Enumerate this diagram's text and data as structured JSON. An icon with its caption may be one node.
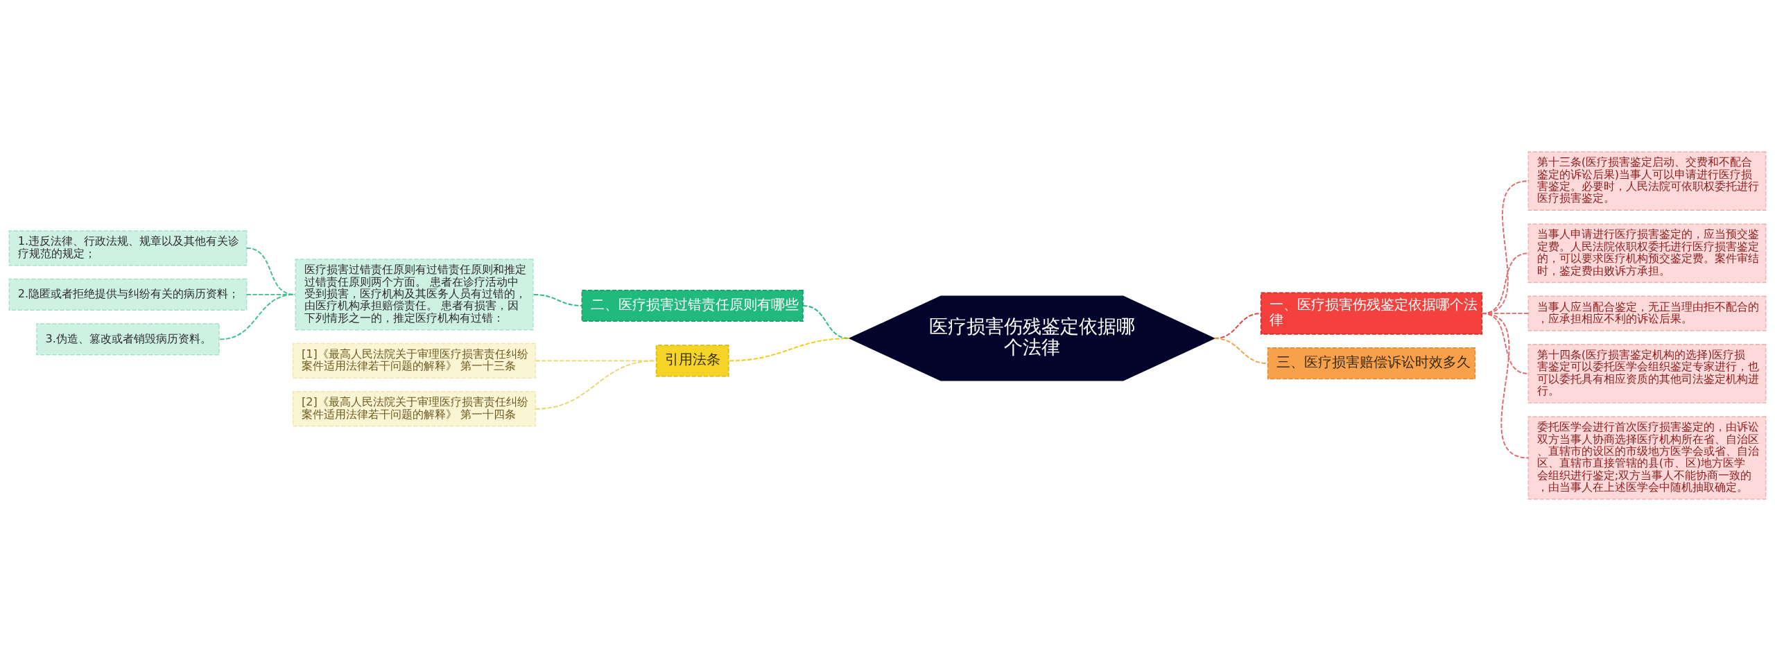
{
  "diagram": {
    "nodes": [
      {
        "text": [
          "医疗损害伤残鉴定依据哪个法律"
        ]
      },
      {
        "text": [
          "一、医疗损害伤残鉴定依据哪个法律"
        ]
      },
      {
        "text": [
          "第十三条(医疗损害鉴定启动、交费和不配合鉴定的诉讼后果)当事人可以申请进行医疗损害鉴定。必要时，人民法院可依职权委托进行医疗损害鉴定。"
        ]
      },
      {
        "text": [
          "当事人申请进行医疗损害鉴定的，应当预交鉴定费。人民法院依职权委托进行医疗损害鉴定的，可以要求医疗机构预交鉴定费。案件审结时，鉴定费由败诉方承担。"
        ]
      },
      {
        "text": [
          "当事人应当配合鉴定，无正当理由拒不配合的，应承担相应不利的诉讼后果。"
        ]
      },
      {
        "text": [
          "第十四条(医疗损害鉴定机构的选择)医疗损害鉴定可以委托医学会组织鉴定专家进行，也可以委托具有相应资质的其他司法鉴定机构进行。"
        ]
      },
      {
        "text": [
          "委托医学会进行首次医疗损害鉴定的，由诉讼双方当事人协商选择医疗机构所在省、自治区、直辖市的设区的市级地方医学会或省、自治区、直辖市直接管辖的县(市、区)地方医学会组织进行鉴定;双方当事人不能协商一致的，由当事人在上述医学会中随机抽取确定。"
        ]
      },
      {
        "text": [
          "三、医疗损害赔偿诉讼时效多久"
        ]
      },
      {
        "text": [
          "二、医疗损害过错责任原则有哪些"
        ]
      },
      {
        "text": [
          "医疗损害过错责任原则有过错责任原则和推定过错责任原则两个方面。 患者在诊疗活动中受到损害，医疗机构及其医务人员有过错的，由医疗机构承担赔偿责任。 患者有损害，因下列情形之一的，推定医疗机构有过错："
        ]
      },
      {
        "text": [
          "1.违反法律、行政法规、规章以及其他有关诊疗规范的规定；"
        ]
      },
      {
        "text": [
          "2.隐匿或者拒绝提供与纠纷有关的病历资料；"
        ]
      },
      {
        "text": [
          "3.伪造、篡改或者销毁病历资料。"
        ]
      },
      {
        "text": [
          "引用法条"
        ]
      },
      {
        "text": [
          "[1]《最高人民法院关于审理医疗损害责任纠纷案件适用法律若干问题的解释》 第一十三条"
        ]
      },
      {
        "text": [
          "[2]《最高人民法院关于审理医疗损害责任纠纷案件适用法律若干问题的解释》 第一十四条"
        ]
      }
    ],
    "edges": [
      {
        "from": 0,
        "to": 1,
        "arrow": "none",
        "style": "dashed",
        "color": "#e53935"
      },
      {
        "from": 1,
        "to": 2,
        "arrow": "none",
        "style": "dashed",
        "color": "#e06666"
      },
      {
        "from": 1,
        "to": 3,
        "arrow": "none",
        "style": "dashed",
        "color": "#e06666"
      },
      {
        "from": 1,
        "to": 4,
        "arrow": "none",
        "style": "dashed",
        "color": "#e06666"
      },
      {
        "from": 1,
        "to": 5,
        "arrow": "none",
        "style": "dashed",
        "color": "#e06666"
      },
      {
        "from": 1,
        "to": 6,
        "arrow": "none",
        "style": "dashed",
        "color": "#e06666"
      },
      {
        "from": 0,
        "to": 7,
        "arrow": "none",
        "style": "dashed",
        "color": "#f0a040"
      },
      {
        "from": 0,
        "to": 8,
        "arrow": "none",
        "style": "dashed",
        "color": "#1fba7c"
      },
      {
        "from": 8,
        "to": 9,
        "arrow": "none",
        "style": "dashed",
        "color": "#1fba7c"
      },
      {
        "from": 9,
        "to": 10,
        "arrow": "none",
        "style": "dashed",
        "color": "#3dbb8a"
      },
      {
        "from": 9,
        "to": 11,
        "arrow": "none",
        "style": "dashed",
        "color": "#3dbb8a"
      },
      {
        "from": 9,
        "to": 12,
        "arrow": "none",
        "style": "dashed",
        "color": "#3dbb8a"
      },
      {
        "from": 0,
        "to": 13,
        "arrow": "none",
        "style": "dashed",
        "color": "#f2c811"
      },
      {
        "from": 13,
        "to": 14,
        "arrow": "none",
        "style": "dashed",
        "color": "#ead46a"
      },
      {
        "from": 13,
        "to": 15,
        "arrow": "none",
        "style": "dashed",
        "color": "#ead46a"
      }
    ]
  }
}
